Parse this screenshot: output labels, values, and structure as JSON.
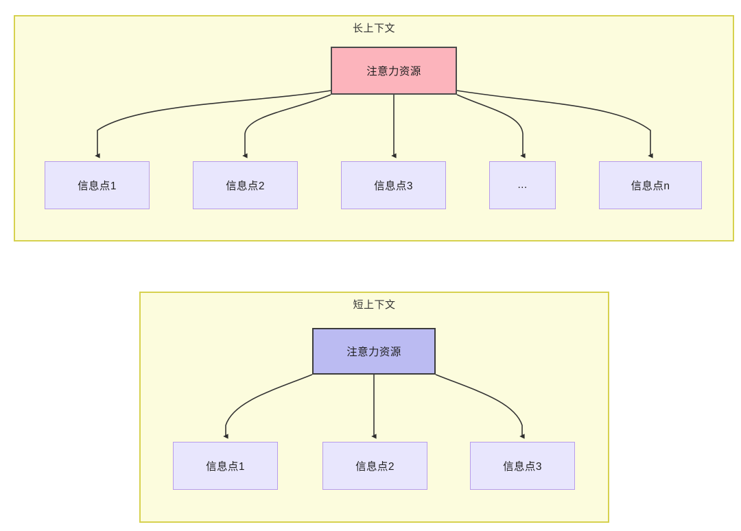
{
  "diagram": {
    "type": "flowchart",
    "panels": [
      {
        "id": "long-context",
        "title": "长上下文",
        "root": {
          "label": "注意力资源",
          "fill": "#FCB4BC",
          "stroke": "#4a4a4a"
        },
        "leaves": [
          {
            "label": "信息点1"
          },
          {
            "label": "信息点2"
          },
          {
            "label": "信息点3"
          },
          {
            "label": "..."
          },
          {
            "label": "信息点n"
          }
        ]
      },
      {
        "id": "short-context",
        "title": "短上下文",
        "root": {
          "label": "注意力资源",
          "fill": "#BBBBF2",
          "stroke": "#3b3b3b"
        },
        "leaves": [
          {
            "label": "信息点1"
          },
          {
            "label": "信息点2"
          },
          {
            "label": "信息点3"
          }
        ]
      }
    ],
    "colors": {
      "panel_fill": "#FCFCDD",
      "panel_stroke": "#D6D14E",
      "leaf_fill": "#E8E6FD",
      "leaf_stroke": "#B79BEA",
      "edge_stroke": "#333333",
      "page_background": "#FFFFFF"
    }
  }
}
